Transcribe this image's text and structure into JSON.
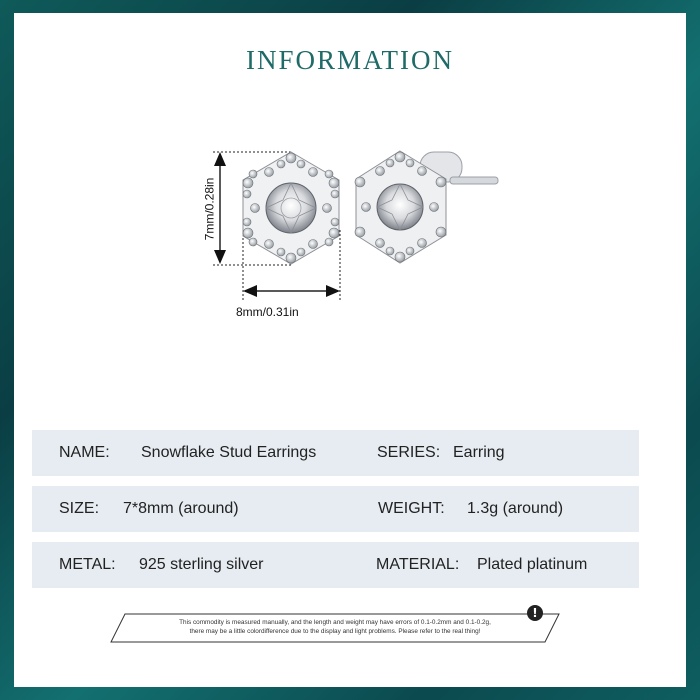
{
  "title": "INFORMATION",
  "dimensions": {
    "height_label": "7mm/0.28in",
    "width_label": "8mm/0.31in"
  },
  "specs": [
    {
      "k1": "NAME:",
      "v1": "Snowflake Stud Earrings",
      "k2": "SERIES:",
      "v2": "Earring"
    },
    {
      "k1": "SIZE:",
      "v1": "7*8mm (around)",
      "k2": "WEIGHT:",
      "v2": "1.3g (around)"
    },
    {
      "k1": "METAL:",
      "v1": "925 sterling silver",
      "k2": "MATERIAL:",
      "v2": "Plated platinum"
    }
  ],
  "note": {
    "line1": "This commodity is measured manually, and the length and weight may have errors of 0.1-0.2mm and 0.1-0.2g,",
    "line2": "there may be a little colordifference due to the display and light problems. Please refer to the real thing!",
    "icon": "exclamation-icon"
  },
  "colors": {
    "frame": "#0f5a5a",
    "title": "#1e6b67",
    "row_bg": "#e6ecf1"
  }
}
